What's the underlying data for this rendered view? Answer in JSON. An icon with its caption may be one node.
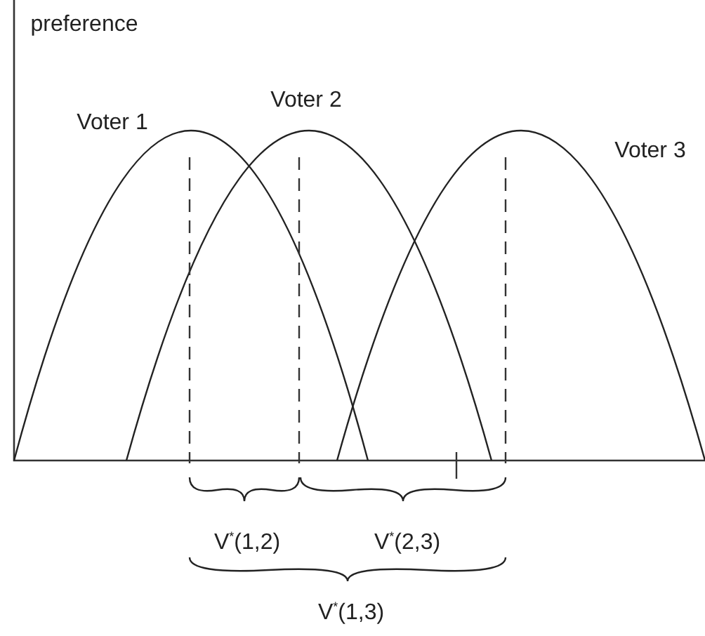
{
  "diagram": {
    "labels": [
      "preference",
      "Voter 1",
      "Voter 2",
      "Voter 3",
      "V$^{*}$(1,2)",
      "V$^{*}$(2,3)",
      "V$^{*}$(1,3)"
    ]
  }
}
